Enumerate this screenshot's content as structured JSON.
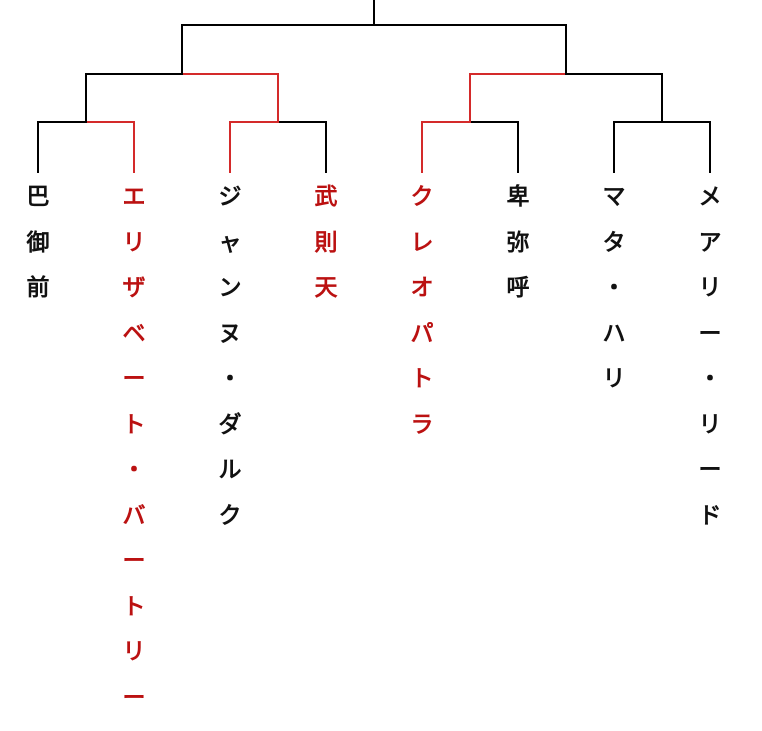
{
  "bracket": {
    "colors": {
      "winner": "#d42a2a",
      "normal": "#000000",
      "winner_text": "#bb1111",
      "normal_text": "#111111"
    },
    "entrants": [
      {
        "name": "巴御前",
        "winner": false
      },
      {
        "name": "エリザベート・バートリー",
        "winner": true
      },
      {
        "name": "ジャンヌ・ダルク",
        "winner": false
      },
      {
        "name": "武則天",
        "winner": true
      },
      {
        "name": "クレオパトラ",
        "winner": true
      },
      {
        "name": "卑弥呼",
        "winner": false
      },
      {
        "name": "マタ・ハリ",
        "winner": false
      },
      {
        "name": "メアリー・リード",
        "winner": false
      }
    ],
    "rounds": [
      [
        {
          "winner": "right"
        },
        {
          "winner": "left"
        },
        {
          "winner": "left"
        },
        {
          "winner": "none"
        }
      ],
      [
        {
          "winner": "right"
        },
        {
          "winner": "left"
        }
      ],
      [
        {
          "winner": "none"
        }
      ]
    ]
  }
}
